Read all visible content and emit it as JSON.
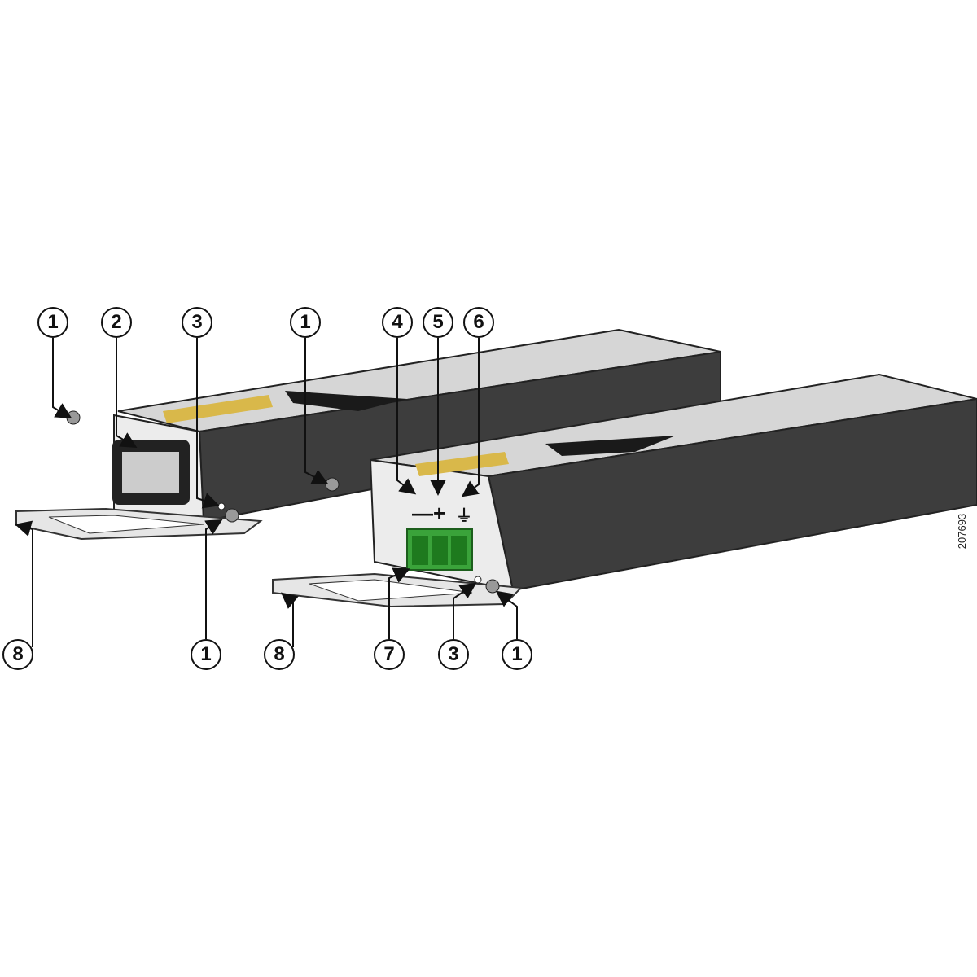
{
  "callouts_top": [
    "1",
    "2",
    "3",
    "1",
    "4",
    "5",
    "6"
  ],
  "callouts_bottom": [
    "8",
    "1",
    "8",
    "7",
    "3",
    "1"
  ],
  "terminal_symbols": {
    "minus": "—",
    "plus": "+",
    "ground": "⏚"
  },
  "figure_number": "207693",
  "colors": {
    "side": "#3d3d3d",
    "top": "#d4d4d4",
    "front": "#ececec",
    "terminal": "#3aa33a"
  }
}
